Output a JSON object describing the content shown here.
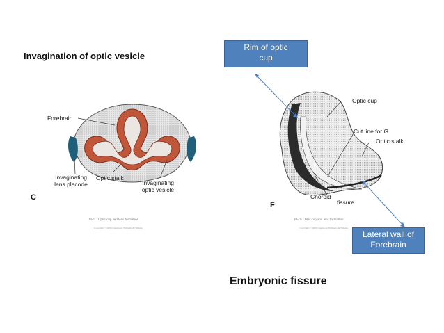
{
  "headings": {
    "left": "Invagination of optic vesicle",
    "bottom": "Embryonic fissure"
  },
  "callouts": {
    "rim": {
      "line1": "Rim of optic",
      "line2": "cup"
    },
    "lateral": {
      "line1": "Lateral wall of",
      "line2": "Forebrain"
    }
  },
  "figure_c": {
    "letter": "C",
    "labels": {
      "forebrain": "Forebrain",
      "invag_lens_1": "Invaginating",
      "invag_lens_2": "lens placode",
      "optic_stalk": "Optic stalk",
      "invag_optic_1": "Invaginating",
      "invag_optic_2": "optic vesicle"
    },
    "caption": "10-1C  Optic cup and lens formation",
    "subcaption": "Copyright © 2009 Lippincott Williams & Wilkins"
  },
  "figure_f": {
    "letter": "F",
    "labels": {
      "optic_cup": "Optic cup",
      "cut_line": "Cut line for G",
      "optic_stalk": "Optic stalk",
      "choroid": "Choroid",
      "fissure": "fissure"
    },
    "caption": "10-1F  Optic cup and lens formation",
    "subcaption": "Copyright © 2009 Lippincott Williams & Wilkins"
  },
  "colors": {
    "callout_fill": "#4f81bd",
    "arrow": "#4f81bd",
    "neural_tissue": "#c0573a",
    "lens_placode": "#1f5f7a",
    "surface": "#d7d7d7"
  }
}
